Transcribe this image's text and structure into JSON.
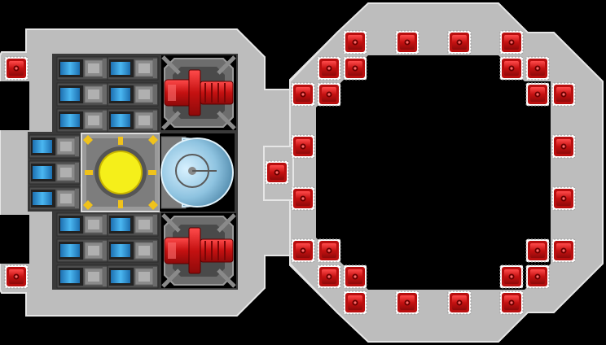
{
  "scene": {
    "background": "#000000",
    "hull_fill": "#bdbdbd",
    "hull_edge": "#e6e6e6",
    "accent_red": "#d11a1a",
    "core_yellow": "#f5ef1a",
    "cell_blue": "#3aa7e8",
    "shield_blue": "#8ec3e0"
  },
  "modules": {
    "tile_names": [
      "red-armor-tile"
    ],
    "battery_names": [
      "battery-cell"
    ],
    "reactor": "reactor-core",
    "engine_top": "thruster-engine",
    "engine_bottom": "thruster-engine",
    "shield": "shield-generator"
  }
}
